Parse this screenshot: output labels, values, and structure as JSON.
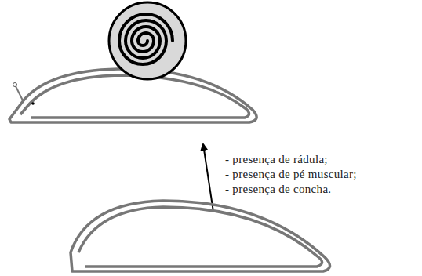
{
  "diagram": {
    "labels": [
      "- presença de rádula;",
      "- presença de pé muscular;",
      "- presença de concha."
    ]
  }
}
